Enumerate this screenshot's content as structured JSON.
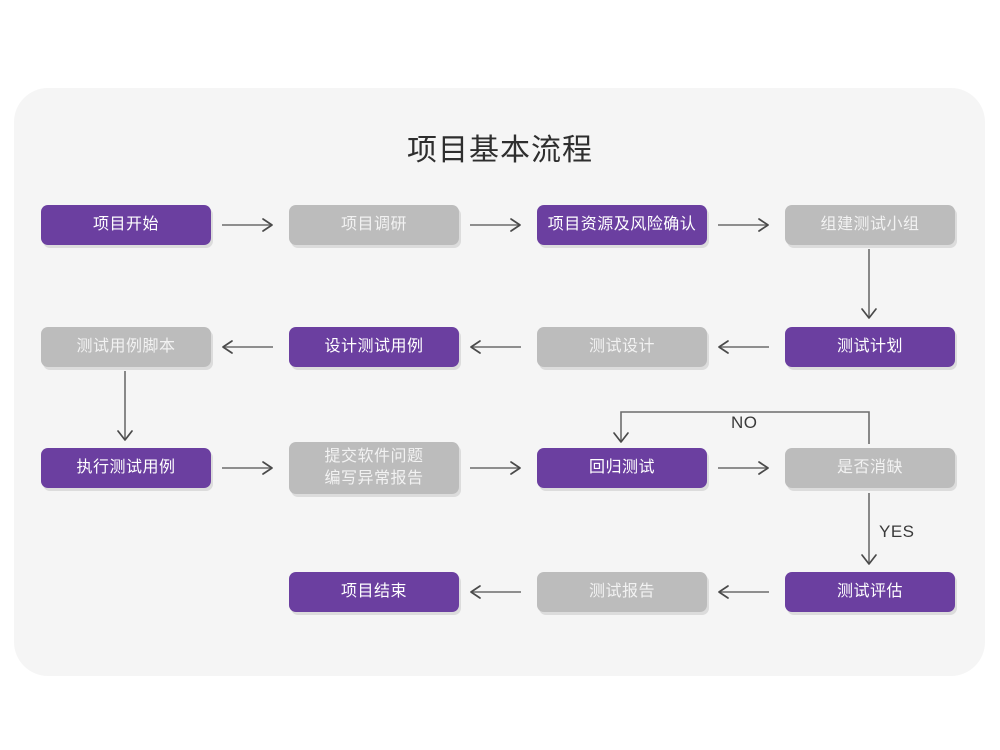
{
  "page": {
    "title": "项目基本流程",
    "background_color": "#ffffff",
    "card_color": "#f5f5f5"
  },
  "colors": {
    "active": "#6b3fa0",
    "inactive": "#bcbcbc",
    "active_text": "#ffffff",
    "inactive_text": "#f2f2f2",
    "line": "#6d6d6d",
    "title_text": "#2e2e2e"
  },
  "nodes": [
    {
      "id": "n1",
      "label": "项目开始",
      "state": "active"
    },
    {
      "id": "n2",
      "label": "项目调研",
      "state": "inactive"
    },
    {
      "id": "n3",
      "label": "项目资源及风险确认",
      "state": "active"
    },
    {
      "id": "n4",
      "label": "组建测试小组",
      "state": "inactive"
    },
    {
      "id": "n5",
      "label": "测试用例脚本",
      "state": "inactive"
    },
    {
      "id": "n6",
      "label": "设计测试用例",
      "state": "active"
    },
    {
      "id": "n7",
      "label": "测试设计",
      "state": "inactive"
    },
    {
      "id": "n8",
      "label": "测试计划",
      "state": "active"
    },
    {
      "id": "n9",
      "label": "执行测试用例",
      "state": "active"
    },
    {
      "id": "n10",
      "label": "提交软件问题\n编写异常报告",
      "state": "inactive"
    },
    {
      "id": "n11",
      "label": "回归测试",
      "state": "active"
    },
    {
      "id": "n12",
      "label": "是否消缺",
      "state": "inactive"
    },
    {
      "id": "n13",
      "label": "项目结束",
      "state": "active"
    },
    {
      "id": "n14",
      "label": "测试报告",
      "state": "inactive"
    },
    {
      "id": "n15",
      "label": "测试评估",
      "state": "active"
    }
  ],
  "edge_labels": {
    "no": "NO",
    "yes": "YES"
  }
}
